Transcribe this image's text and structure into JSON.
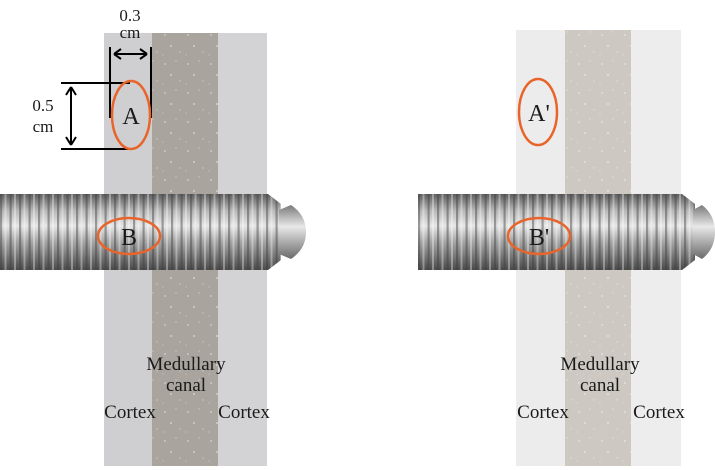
{
  "panels": [
    {
      "id": "left",
      "roi_top": "A",
      "roi_screw": "B",
      "label_canal_line1": "Medullary",
      "label_canal_line2": "canal",
      "label_cortex_left": "Cortex",
      "label_cortex_right": "Cortex"
    },
    {
      "id": "right",
      "roi_top": "A'",
      "roi_screw": "B'",
      "label_canal_line1": "Medullary",
      "label_canal_line2": "canal",
      "label_cortex_left": "Cortex",
      "label_cortex_right": "Cortex"
    }
  ],
  "dimensions": {
    "width_value": "0.3",
    "width_unit": "cm",
    "height_value": "0.5",
    "height_unit": "cm"
  },
  "colors": {
    "roi_outline": "#e8642a",
    "cortex_left_panel": "#cfcfd1",
    "canal_left_panel": "#a9a59e",
    "cortex_right_panel": "#ececec",
    "canal_right_panel": "#cdc9c2"
  }
}
